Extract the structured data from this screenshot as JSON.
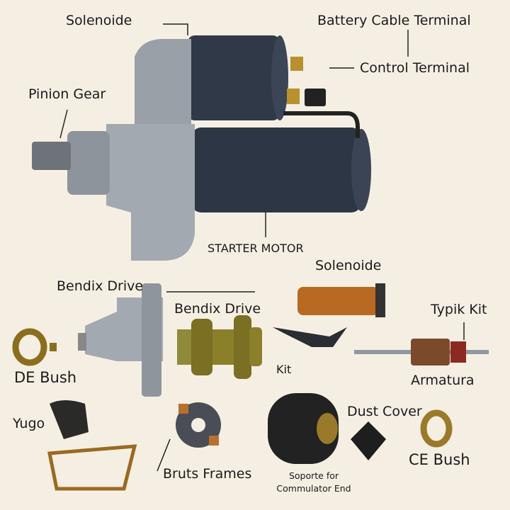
{
  "labels": {
    "solenoide_top": "Solenoide",
    "battery_cable_terminal": "Battery Cable Terminal",
    "control_terminal": "Control Terminal",
    "pinion_gear": "Pinion Gear",
    "starter_motor": "STARTER MOTOR",
    "solenoide_part": "Solenoide",
    "bendix_drive_housing": "Bendix Drive",
    "bendix_drive_gear": "Bendix Drive",
    "typik_kit": "Typik Kit",
    "de_bush": "DE Bush",
    "kit": "Kit",
    "armatura": "Armatura",
    "yugo": "Yugo",
    "dust_cover": "Dust Cover",
    "bruts_frames": "Bruts Frames",
    "soporte_line1": "Soporte for",
    "soporte_line2": "Commulator End",
    "ce_bush": "CE Bush"
  },
  "colors": {
    "background": "#f5efe3",
    "motor_body": "#2c3645",
    "housing": "#9aa0a8",
    "brass": "#9a7a2a",
    "copper": "#b86a22"
  }
}
